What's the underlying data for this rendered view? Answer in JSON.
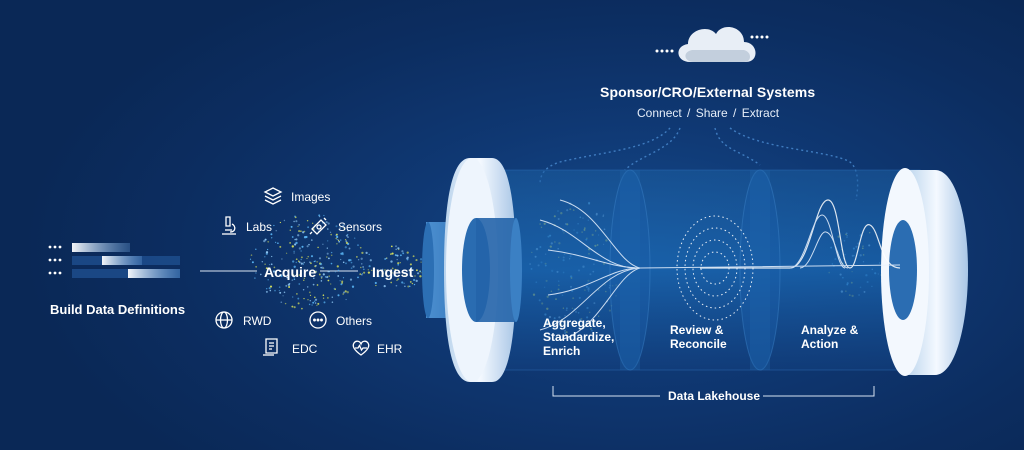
{
  "cloud": {
    "title": "Sponsor/CRO/External Systems",
    "subtitle": "Connect  /  Share  /  Extract"
  },
  "build": {
    "label": "Build Data Definitions"
  },
  "flow": {
    "acquire": "Acquire",
    "ingest": "Ingest"
  },
  "sources": [
    {
      "label": "Images",
      "icon": "layers-icon"
    },
    {
      "label": "Labs",
      "icon": "microscope-icon"
    },
    {
      "label": "Sensors",
      "icon": "sensor-icon"
    },
    {
      "label": "RWD",
      "icon": "globe-icon"
    },
    {
      "label": "Others",
      "icon": "ellipsis-circle-icon"
    },
    {
      "label": "EDC",
      "icon": "document-icon"
    },
    {
      "label": "EHR",
      "icon": "heart-pulse-icon"
    }
  ],
  "stages": [
    {
      "line1": "Aggregate,",
      "line2": "Standardize,",
      "line3": "Enrich"
    },
    {
      "line1": "Review &",
      "line2": "Reconcile"
    },
    {
      "line1": "Analyze &",
      "line2": "Action"
    }
  ],
  "lakehouse": {
    "label": "Data Lakehouse"
  },
  "colors": {
    "background": "#0d2f63",
    "accent_yellow": "#d8e05a",
    "accent_blue": "#57b0ef",
    "ring": "#dbe9f6"
  }
}
